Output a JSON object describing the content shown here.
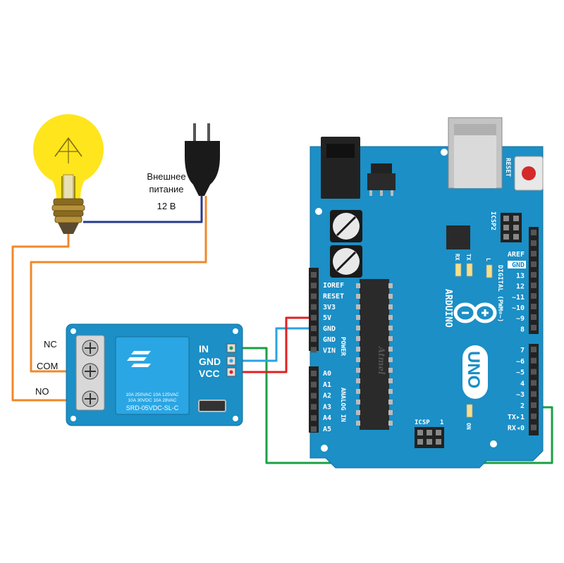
{
  "power": {
    "line1": "Внешнее",
    "line2": "питание",
    "voltage": "12 В"
  },
  "relay": {
    "terminals": [
      "NC",
      "COM",
      "NO"
    ],
    "pins": [
      "IN",
      "GND",
      "VCC"
    ],
    "spec_line1": "10A 250VAC  10A 125VAC",
    "spec_line2": "10A  30VDC  10A  28VAC",
    "model": "SRD-05VDC-SL-C"
  },
  "arduino": {
    "reset_label": "RESET",
    "icsp2_label": "ICSP2",
    "icsp_label": "ICSP",
    "icsp_pin1": "1",
    "brand_vertical": "ARDUINO",
    "model_vertical": "UNO",
    "chip_brand": "Atmel",
    "digital_label": "DIGITAL (PWM=~)",
    "power_label": "POWER",
    "analog_label": "ANALOG IN",
    "led_rx": "RX",
    "led_tx": "TX",
    "led_l": "L",
    "led_on": "ON",
    "power_pins": [
      "IOREF",
      "RESET",
      "3V3",
      "5V",
      "GND",
      "GND",
      "VIN"
    ],
    "analog_pins": [
      "A0",
      "A1",
      "A2",
      "A3",
      "A4",
      "A5"
    ],
    "digital_top": [
      "AREF",
      "GND",
      "13",
      "12",
      "~11",
      "~10",
      "~9",
      "8"
    ],
    "digital_bottom": [
      "7",
      "~6",
      "~5",
      "4",
      "~3",
      "2",
      "TX▸1",
      "RX◂0"
    ]
  },
  "colors": {
    "board": "#1b8fc6",
    "relay_board": "#1b8fc6",
    "wire_orange": "#f0882a",
    "wire_blue": "#243a8c",
    "wire_red": "#e02020",
    "wire_lightblue": "#2aa3e0",
    "wire_green": "#1aa043",
    "bulb": "#ffe51c"
  }
}
